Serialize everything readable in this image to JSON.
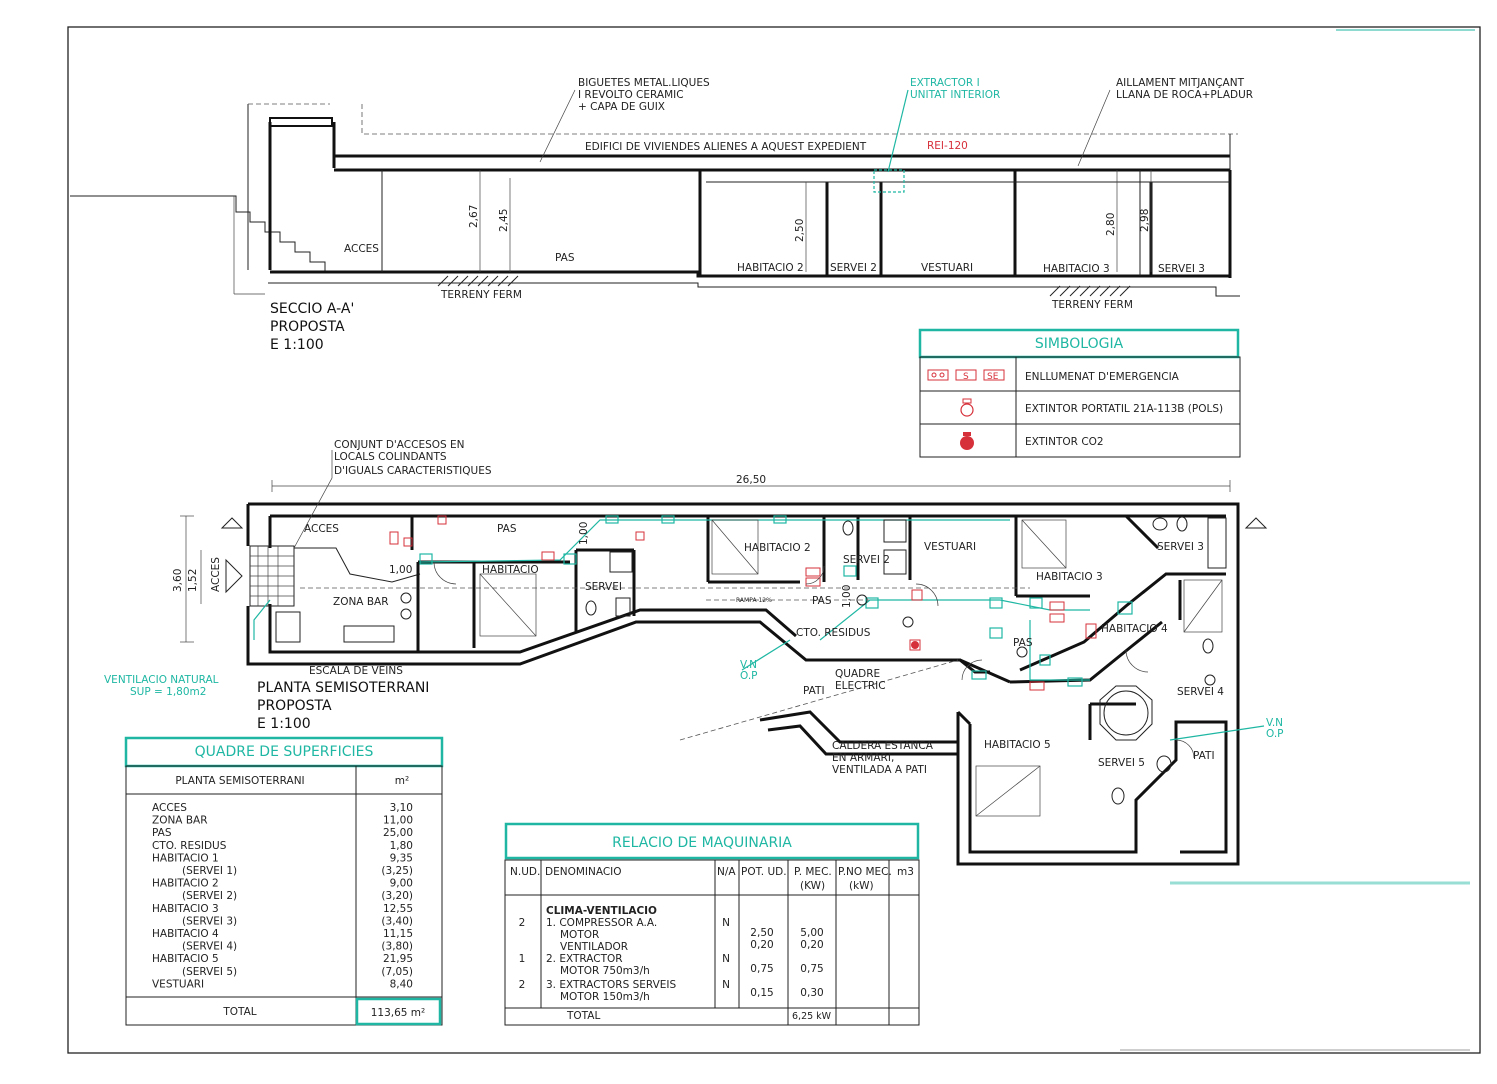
{
  "section": {
    "title_lines": [
      "SECCIO A-A'",
      "PROPOSTA",
      "E 1:100"
    ],
    "notes": {
      "biguetes": [
        "BIGUETES METAL.LIQUES",
        "I REVOLTO CERAMIC",
        "+ CAPA DE GUIX"
      ],
      "extractor": [
        "EXTRACTOR I",
        "UNITAT INTERIOR"
      ],
      "aillament": [
        "AILLAMENT MITJANÇANT",
        "LLANA DE ROCA+PLADUR"
      ],
      "edifici": "EDIFICI DE VIVIENDES ALIENES A AQUEST EXPEDIENT",
      "rei": "REI-120"
    },
    "rooms": [
      "ACCES",
      "PAS",
      "HABITACIO 2",
      "SERVEI 2",
      "VESTUARI",
      "HABITACIO 3",
      "SERVEI 3"
    ],
    "dimensions": [
      "2,67",
      "2,45",
      "2,50",
      "2,80",
      "2,98"
    ],
    "terreny": "TERRENY FERM"
  },
  "symbology": {
    "title": "SIMBOLOGIA",
    "rows": [
      {
        "symbol_text": [
          "S",
          "SE"
        ],
        "label": "ENLLUMENAT D'EMERGENCIA"
      },
      {
        "label": "EXTINTOR PORTATIL 21A-113B (POLS)"
      },
      {
        "label": "EXTINTOR CO2"
      }
    ]
  },
  "plan": {
    "title_lines": [
      "PLANTA SEMISOTERRANI",
      "PROPOSTA",
      "E 1:100"
    ],
    "conjunt_note": [
      "CONJUNT D'ACCESOS EN",
      "LOCALS COLINDANTS",
      "D'IGUALS CARACTERISTIQUES"
    ],
    "overall_dim": "26,50",
    "side_dims": [
      "3,60",
      "1,52",
      "ACCES"
    ],
    "inner_dims": [
      "1,00",
      "1,00",
      "1,00"
    ],
    "rooms": [
      "ACCES",
      "PAS",
      "ZONA BAR",
      "HABITACIO",
      "SERVEI",
      "HABITACIO 2",
      "SERVEI 2",
      "VESTUARI",
      "PAS",
      "CTO. RESIDUS",
      "HABITACIO 3",
      "SERVEI 3",
      "HABITACIO 4",
      "SERVEI 4",
      "PAS",
      "HABITACIO 5",
      "SERVEI 5",
      "PATI",
      "PATI"
    ],
    "rampa": "RAMPA 12%",
    "escala": "ESCALA DE VEINS",
    "quadre": [
      "QUADRE",
      "ELECTRIC"
    ],
    "caldera": [
      "CALDERA ESTANCA",
      "EN ARMARI,",
      "VENTILADA A PATI"
    ],
    "ventilacio": [
      "VENTILACIO NATURAL",
      "SUP = 1,80m2"
    ],
    "vn_op": [
      "V.N",
      "O.P"
    ]
  },
  "surfaces": {
    "title": "QUADRE DE SUPERFICIES",
    "col_name": "PLANTA SEMISOTERRANI",
    "col_unit": "m²",
    "rows": [
      {
        "name": "ACCES",
        "value": "3,10",
        "indent": false
      },
      {
        "name": "ZONA BAR",
        "value": "11,00",
        "indent": false
      },
      {
        "name": "PAS",
        "value": "25,00",
        "indent": false
      },
      {
        "name": "CTO. RESIDUS",
        "value": "1,80",
        "indent": false
      },
      {
        "name": "HABITACIO 1",
        "value": "9,35",
        "indent": false
      },
      {
        "name": "(SERVEI 1)",
        "value": "(3,25)",
        "indent": true
      },
      {
        "name": "HABITACIO 2",
        "value": "9,00",
        "indent": false
      },
      {
        "name": "(SERVEI 2)",
        "value": "(3,20)",
        "indent": true
      },
      {
        "name": "HABITACIO 3",
        "value": "12,55",
        "indent": false
      },
      {
        "name": "(SERVEI 3)",
        "value": "(3,40)",
        "indent": true
      },
      {
        "name": "HABITACIO 4",
        "value": "11,15",
        "indent": false
      },
      {
        "name": "(SERVEI 4)",
        "value": "(3,80)",
        "indent": true
      },
      {
        "name": "HABITACIO 5",
        "value": "21,95",
        "indent": false
      },
      {
        "name": "(SERVEI 5)",
        "value": "(7,05)",
        "indent": true
      },
      {
        "name": "VESTUARI",
        "value": "8,40",
        "indent": false
      }
    ],
    "total_label": "TOTAL",
    "total_value": "113,65 m²"
  },
  "machinery": {
    "title": "RELACIO DE MAQUINARIA",
    "headers": [
      "N.UD.",
      "DENOMINACIO",
      "N/A",
      "POT. UD.",
      "P. MEC.",
      "(KW)",
      "P.NO MEC.",
      "(kW)",
      "m3"
    ],
    "group": "CLIMA-VENTILACIO",
    "lines": [
      {
        "nud": "2",
        "denom": "1. COMPRESSOR A.A.",
        "na": "N",
        "pot": "",
        "pmec": ""
      },
      {
        "nud": "",
        "denom": "MOTOR",
        "na": "",
        "pot": "2,50",
        "pmec": "5,00"
      },
      {
        "nud": "",
        "denom": "VENTILADOR",
        "na": "",
        "pot": "0,20",
        "pmec": "0,20"
      },
      {
        "nud": "1",
        "denom": "2. EXTRACTOR",
        "na": "N",
        "pot": "",
        "pmec": ""
      },
      {
        "nud": "",
        "denom": "MOTOR 750m3/h",
        "na": "",
        "pot": "0,75",
        "pmec": "0,75"
      },
      {
        "nud": "2",
        "denom": "3. EXTRACTORS SERVEIS",
        "na": "N",
        "pot": "",
        "pmec": ""
      },
      {
        "nud": "",
        "denom": "MOTOR 150m3/h",
        "na": "",
        "pot": "0,15",
        "pmec": "0,30"
      }
    ],
    "total_label": "TOTAL",
    "total_value": "6,25 kW"
  },
  "colors": {
    "accent": "#1fb7a3",
    "emergency": "#d6303a",
    "ink": "#111111"
  }
}
